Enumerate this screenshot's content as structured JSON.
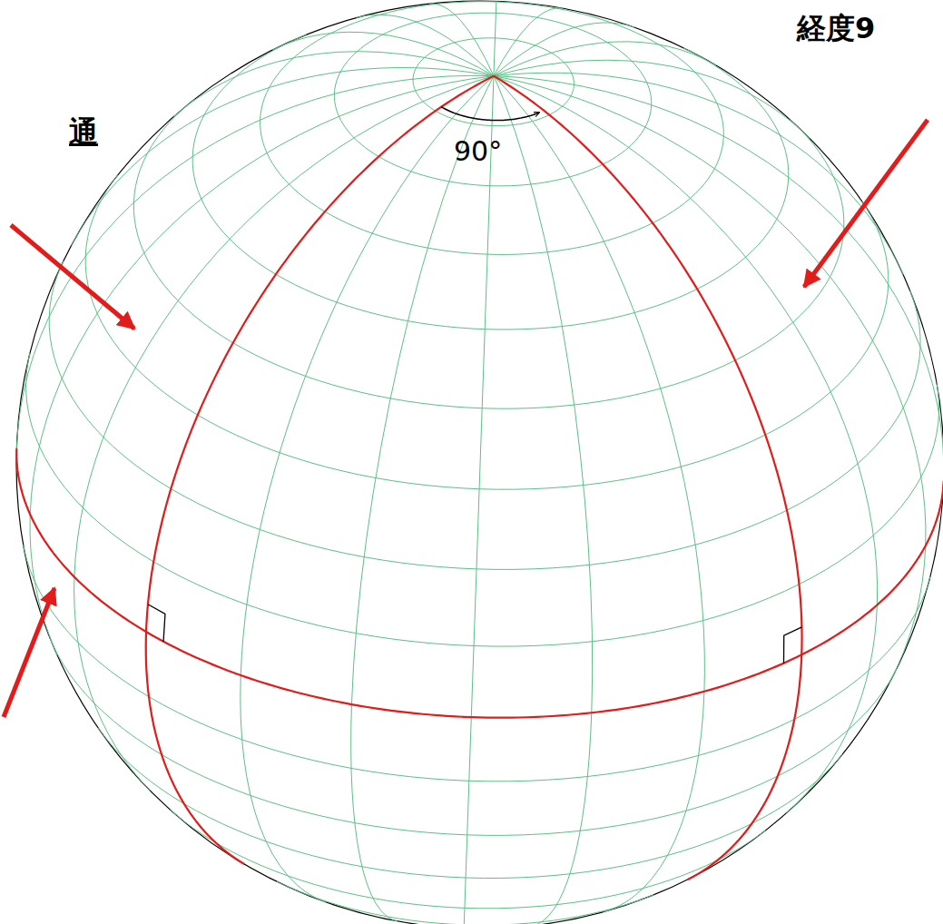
{
  "diagram": {
    "labels": [
      "90°",
      "経度9",
      "通"
    ]
  }
}
